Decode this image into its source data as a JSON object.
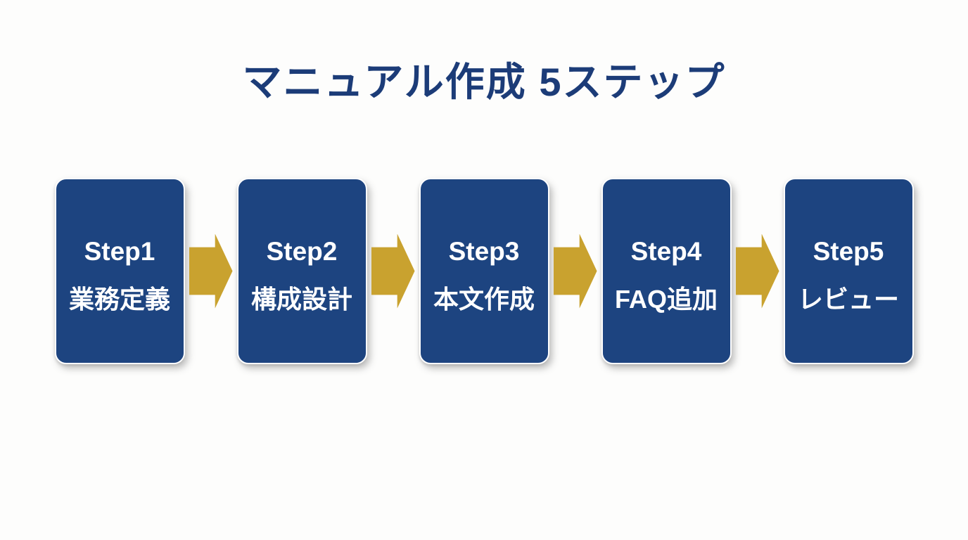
{
  "title": "マニュアル作成 5ステップ",
  "colors": {
    "background": "#fdfdfc",
    "box_fill": "#1d4480",
    "box_border": "#ffffff",
    "arrow_gold": "#c9a22f",
    "title_navy": "#1c3c78",
    "step_text": "#ffffff"
  },
  "steps": [
    {
      "label": "Step1",
      "name": "業務定義"
    },
    {
      "label": "Step2",
      "name": "構成設計"
    },
    {
      "label": "Step3",
      "name": "本文作成"
    },
    {
      "label": "Step4",
      "name": "FAQ追加"
    },
    {
      "label": "Step5",
      "name": "レビュー"
    }
  ]
}
